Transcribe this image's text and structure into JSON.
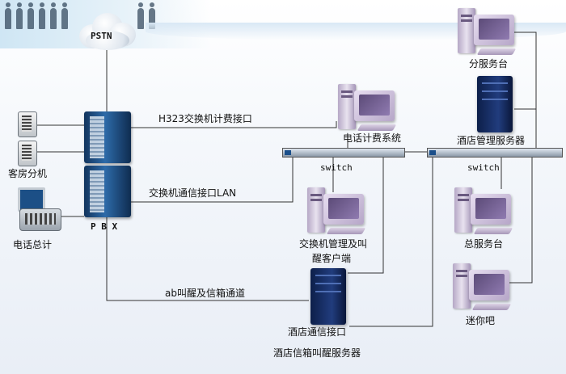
{
  "labels": {
    "pstn": "PSTN",
    "pbx": "P B X",
    "guest_ext": "客房分机",
    "operator": "电话总计",
    "h323": "H323交换机计费接口",
    "lan": "交换机通信接口LAN",
    "ab_channel": "ab叫醒及信箱通道",
    "billing": "电话计费系统",
    "switch_left": "switch",
    "switch_right": "switch",
    "branch_desk": "分服务台",
    "hotel_server": "酒店管理服务器",
    "pbx_client_line1": "交换机管理及叫",
    "pbx_client_line2": "醒客户端",
    "main_desk": "总服务台",
    "hotel_comm": "酒店通信接口",
    "minibar": "迷你吧",
    "voicemail_server": "酒店信箱叫醒服务器"
  },
  "icons": {
    "cloud": "cloud-icon",
    "pbx": "pbx-cabinet-icon",
    "phone": "phone-icon",
    "computer": "computer-icon",
    "server": "server-icon",
    "switch": "network-switch-icon"
  },
  "colors": {
    "line": "#333333",
    "server_blue": "#213c7d",
    "pbx_blue": "#2d6aa8",
    "pc_purple": "#8f7ab0",
    "background": "#eef2f8"
  }
}
